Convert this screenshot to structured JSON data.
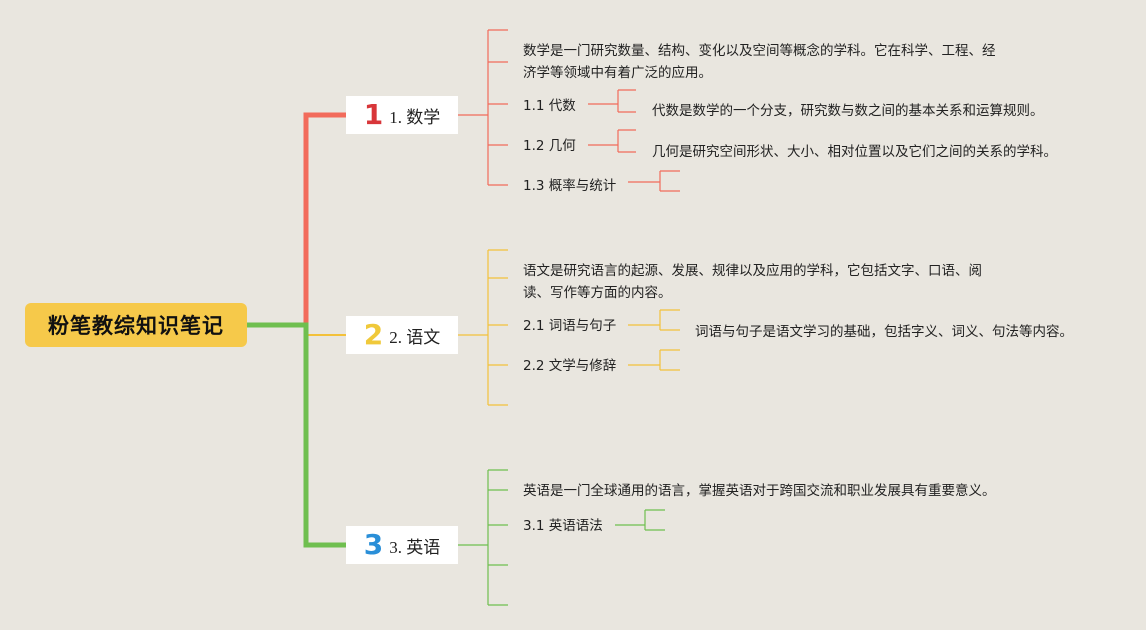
{
  "root": {
    "label": "粉笔教综知识笔记"
  },
  "colors": {
    "math": "#f26b5b",
    "chinese": "#f3c13a",
    "english": "#6fbf4f",
    "root": "#f6c94a",
    "math_num": "#d8363a",
    "chinese_num": "#f0c93a",
    "english_num": "#2a8fd8"
  },
  "branches": [
    {
      "num": "1",
      "label": "1. 数学",
      "desc": "数学是一门研究数量、结构、变化以及空间等概念的学科。它在科学、工程、经济学等领域中有着广泛的应用。",
      "desc_line1": "数学是一门研究数量、结构、变化以及空间等概念的学科。它在科学、工程、经",
      "desc_line2": "济学等领域中有着广泛的应用。",
      "subs": [
        {
          "label": "1.1 代数",
          "note": "代数是数学的一个分支，研究数与数之间的基本关系和运算规则。"
        },
        {
          "label": "1.2 几何",
          "note": "几何是研究空间形状、大小、相对位置以及它们之间的关系的学科。"
        },
        {
          "label": "1.3 概率与统计",
          "note": ""
        }
      ]
    },
    {
      "num": "2",
      "label": "2. 语文",
      "desc_line1": "语文是研究语言的起源、发展、规律以及应用的学科，它包括文字、口语、阅",
      "desc_line2": "读、写作等方面的内容。",
      "subs": [
        {
          "label": "2.1 词语与句子",
          "note": "词语与句子是语文学习的基础，包括字义、词义、句法等内容。"
        },
        {
          "label": "2.2 文学与修辞",
          "note": ""
        }
      ]
    },
    {
      "num": "3",
      "label": "3. 英语",
      "desc_line1": "英语是一门全球通用的语言，掌握英语对于跨国交流和职业发展具有重要意义。",
      "subs": [
        {
          "label": "3.1 英语语法",
          "note": ""
        }
      ]
    }
  ]
}
